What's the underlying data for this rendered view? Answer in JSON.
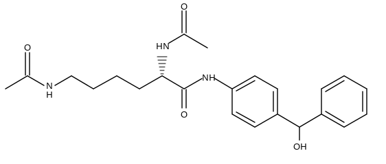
{
  "atoms": {
    "o_left_acetyl": "O",
    "n_left_amide": "N",
    "h_left_amide": "H",
    "n_top_amide": "N",
    "h_top_amide": "H",
    "o_top_acetyl": "O",
    "o_main_amide": "O",
    "n_anilide": "N",
    "h_anilide": "H",
    "o_hydroxyl": "O",
    "h_hydroxyl": "H"
  }
}
